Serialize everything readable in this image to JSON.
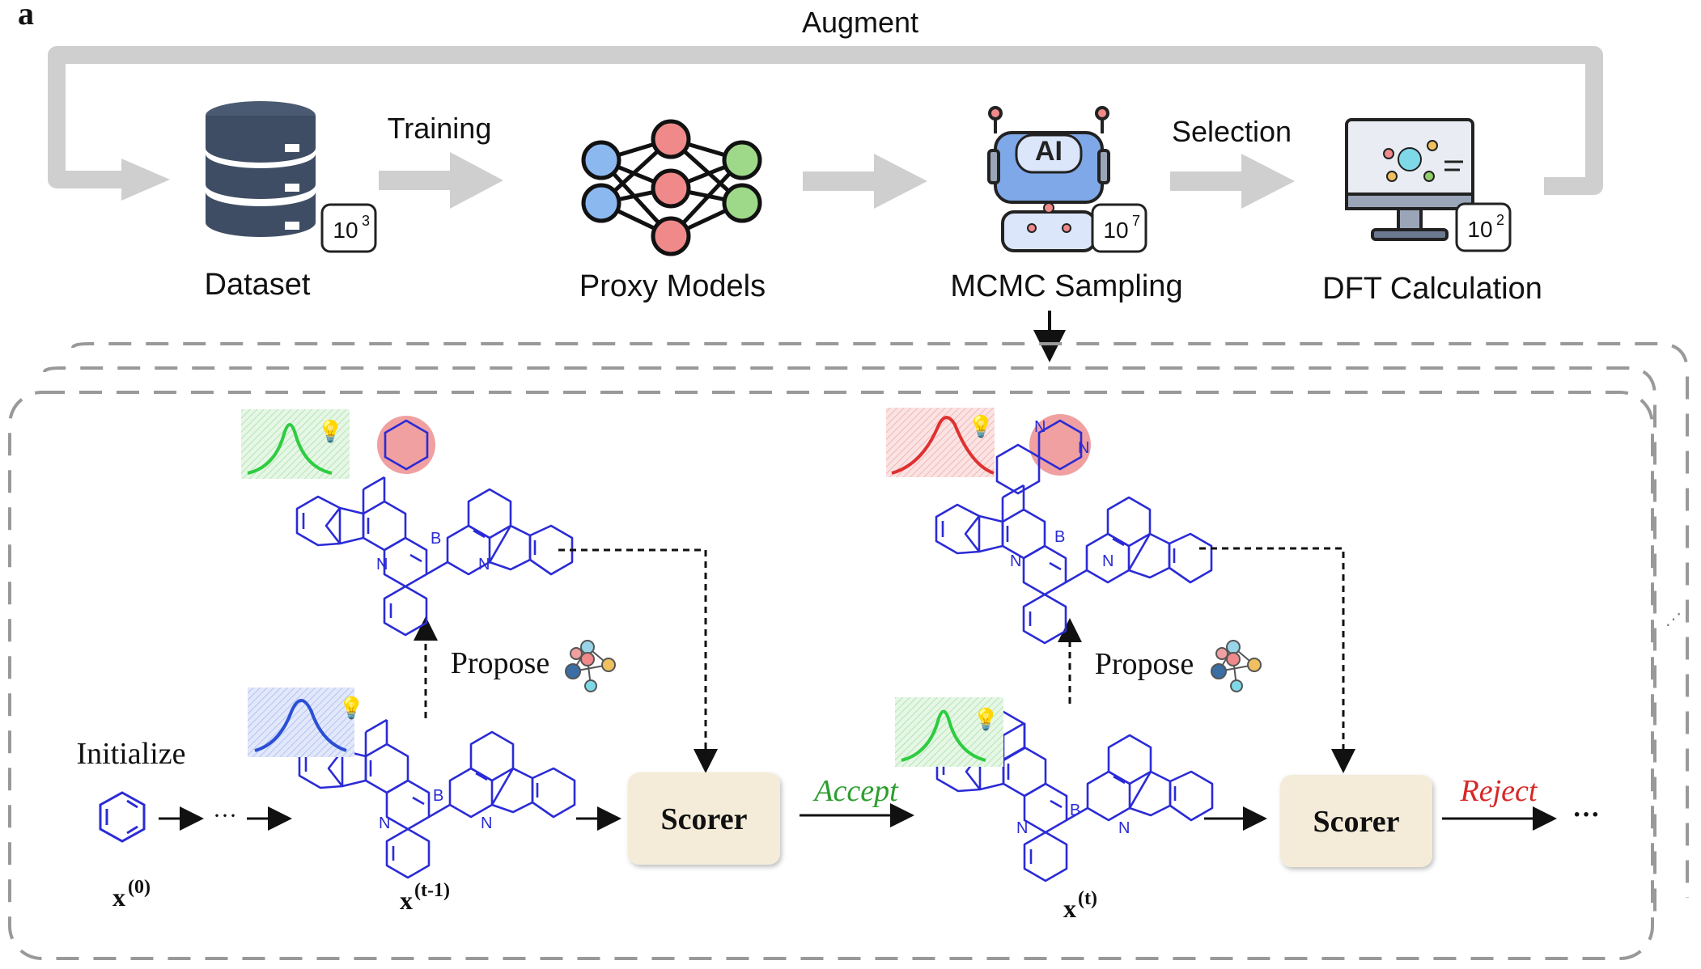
{
  "panel_label": "a",
  "loop_label": "Augment",
  "arrow_labels": {
    "training": "Training",
    "selection": "Selection"
  },
  "stages": [
    {
      "name": "Dataset",
      "count_base": "10",
      "count_exp": "3"
    },
    {
      "name": "Proxy Models"
    },
    {
      "name": "MCMC Sampling",
      "count_base": "10",
      "count_exp": "7"
    },
    {
      "name": "DFT Calculation",
      "count_base": "10",
      "count_exp": "2"
    }
  ],
  "robot_text": "AI",
  "mcmc": {
    "initialize": "Initialize",
    "propose": "Propose",
    "scorer": "Scorer",
    "accept": "Accept",
    "reject": "Reject",
    "ellipsis": "···",
    "states": [
      {
        "base": "x",
        "sup": "(0)"
      },
      {
        "base": "x",
        "sup": "(t-1)"
      },
      {
        "base": "x",
        "sup": "(t)"
      }
    ],
    "atoms": {
      "boron": "B",
      "nitrogen": "N"
    }
  },
  "colors": {
    "arrow_gray": "#cfcfcf",
    "molecule_blue": "#2b2bd6",
    "highlight_red": "#f0a0a0",
    "dist_green": "#2ecc40",
    "dist_red": "#e03030",
    "dist_blue": "#2b4fd6",
    "scorer_fill": "#f4ecd8",
    "accept_green": "#2e9e2e",
    "reject_red": "#d62828"
  }
}
